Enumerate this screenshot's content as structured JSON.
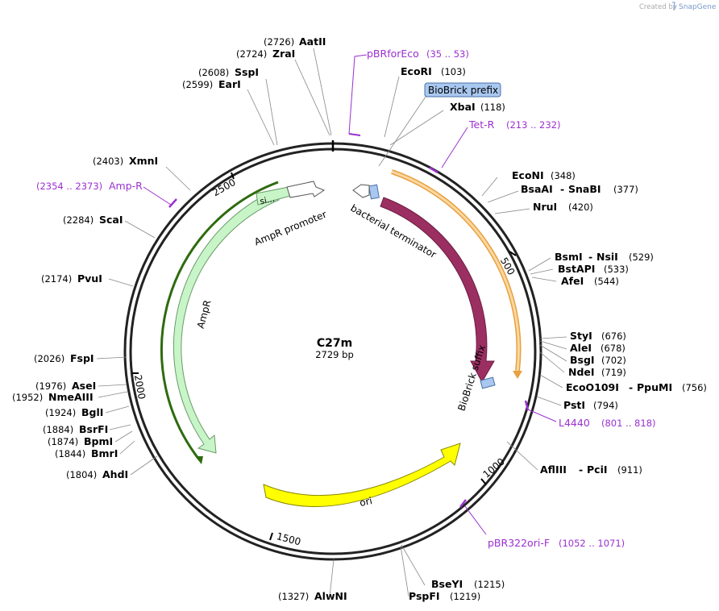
{
  "watermark": {
    "text": "Created by",
    "brand": "SnapGene"
  },
  "plasmid": {
    "name": "C27m",
    "length": "2729 bp"
  },
  "ticks": [
    "500",
    "1000",
    "1500",
    "2000",
    "2500"
  ],
  "colors": {
    "primer": "#9b30d0",
    "AmpR": "#c8f5c8",
    "ori": "#ffff00",
    "TetR": "#9b2f62",
    "primer_binding": "#f5b65a",
    "biobrick": "#a9c8f0"
  },
  "features": {
    "ampr": "AmpR",
    "ampr_promoter": "AmpR promoter",
    "signal": "si...",
    "tetr": "TetR",
    "bacterial_terminator": "bacterial terminator",
    "biobrick_suffix": "BioBrick suffix",
    "ori": "ori",
    "biobrick_prefix": "BioBrick prefix"
  },
  "enzymes": [
    {
      "name": "AatII",
      "pos": "(2726)"
    },
    {
      "name": "ZraI",
      "pos": "(2724)"
    },
    {
      "name": "SspI",
      "pos": "(2608)"
    },
    {
      "name": "EarI",
      "pos": "(2599)"
    },
    {
      "name": "XmnI",
      "pos": "(2403)"
    },
    {
      "name": "ScaI",
      "pos": "(2284)"
    },
    {
      "name": "PvuI",
      "pos": "(2174)"
    },
    {
      "name": "FspI",
      "pos": "(2026)"
    },
    {
      "name": "AseI",
      "pos": "(1976)"
    },
    {
      "name": "NmeAIII",
      "pos": "(1952)"
    },
    {
      "name": "BglI",
      "pos": "(1924)"
    },
    {
      "name": "BsrFI",
      "pos": "(1884)"
    },
    {
      "name": "BpmI",
      "pos": "(1874)"
    },
    {
      "name": "BmrI",
      "pos": "(1844)"
    },
    {
      "name": "AhdI",
      "pos": "(1804)"
    },
    {
      "name": "EcoRI",
      "pos": "(103)"
    },
    {
      "name": "XbaI",
      "pos": "(118)"
    },
    {
      "name": "EcoNI",
      "pos": "(348)"
    },
    {
      "name": "BsaAI",
      "name2": "SnaBI",
      "pos": "(377)"
    },
    {
      "name": "NruI",
      "pos": "(420)"
    },
    {
      "name": "BsmI",
      "name2": "NsiI",
      "pos": "(529)"
    },
    {
      "name": "BstAPI",
      "pos": "(533)"
    },
    {
      "name": "AfeI",
      "pos": "(544)"
    },
    {
      "name": "StyI",
      "pos": "(676)"
    },
    {
      "name": "AleI",
      "pos": "(678)"
    },
    {
      "name": "BsgI",
      "pos": "(702)"
    },
    {
      "name": "NdeI",
      "pos": "(719)"
    },
    {
      "name": "EcoO109I",
      "name2": "PpuMI",
      "pos": "(756)"
    },
    {
      "name": "PstI",
      "pos": "(794)"
    },
    {
      "name": "AflIII",
      "name2": "PciI",
      "pos": "(911)"
    },
    {
      "name": "BseYI",
      "pos": "(1215)"
    },
    {
      "name": "PspFI",
      "pos": "(1219)"
    },
    {
      "name": "AlwNI",
      "pos": "(1327)"
    }
  ],
  "primers": [
    {
      "name": "pBRforEco",
      "range": "(35 .. 53)"
    },
    {
      "name": "Tet-R",
      "range": "(213 .. 232)"
    },
    {
      "name": "Amp-R",
      "range": "(2354 .. 2373)"
    },
    {
      "name": "L4440",
      "range": "(801 .. 818)"
    },
    {
      "name": "pBR322ori-F",
      "range": "(1052 .. 1071)"
    }
  ]
}
